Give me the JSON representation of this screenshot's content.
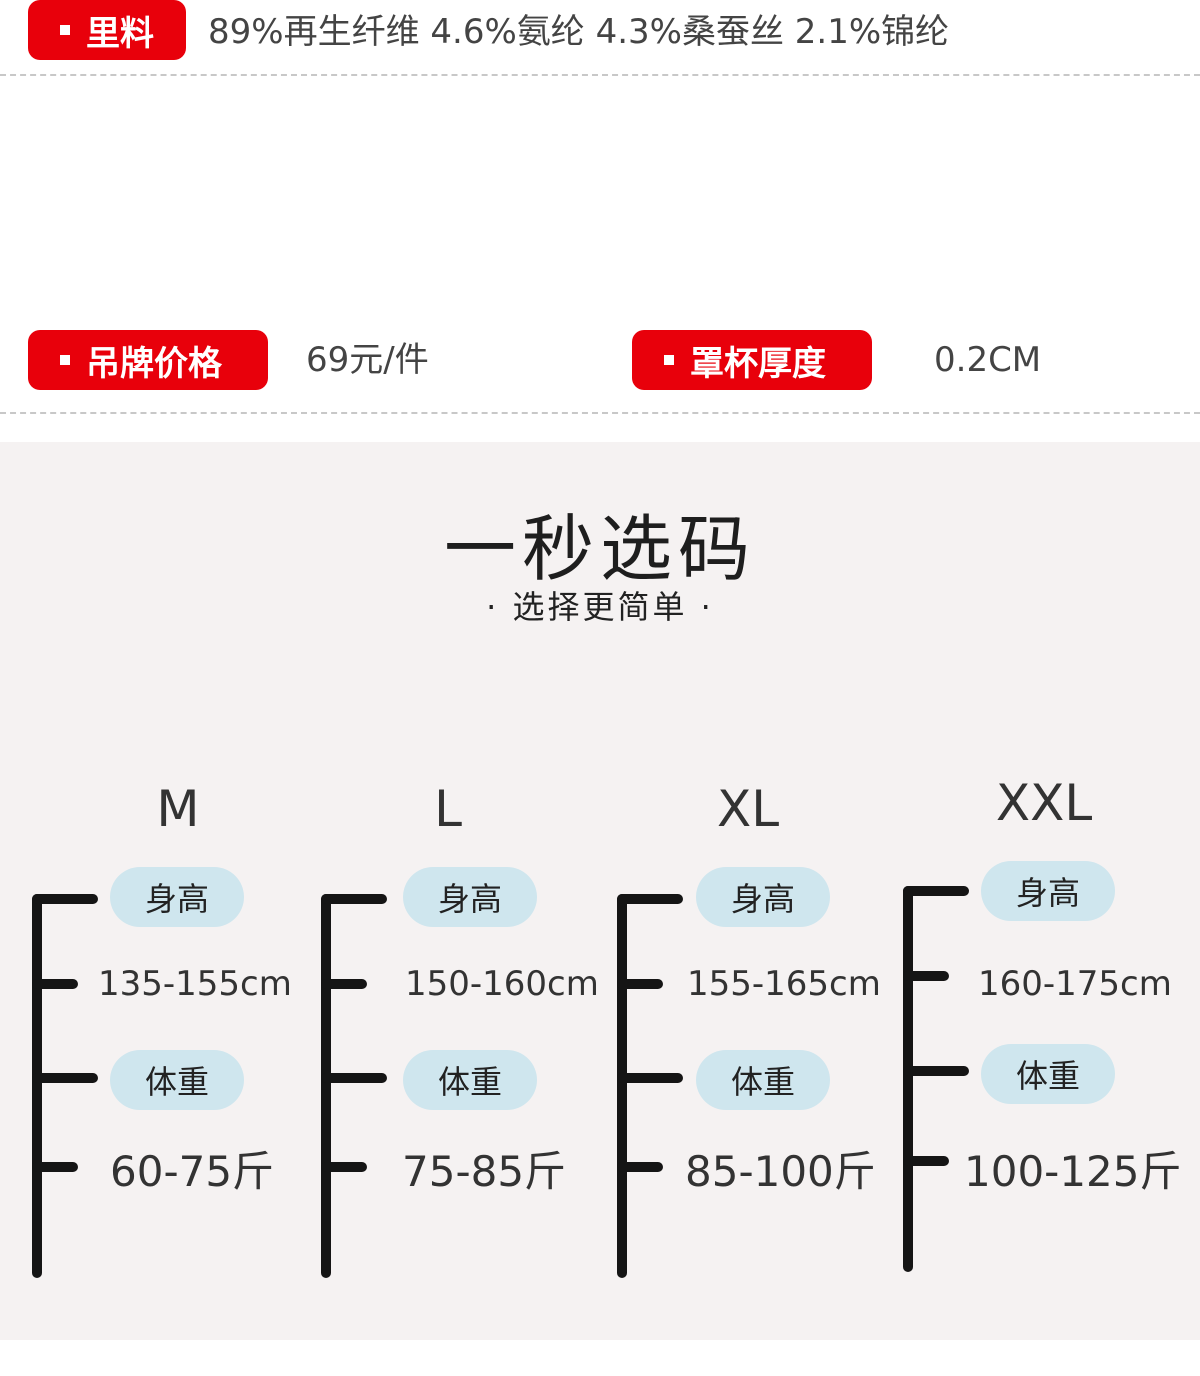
{
  "specs": {
    "lining": {
      "label": "里料",
      "value": "89%再生纤维  4.6%氨纶  4.3%桑蚕丝  2.1%锦纶"
    },
    "tag_price": {
      "label": "吊牌价格",
      "value": "69元/件"
    },
    "cup_thickness": {
      "label": "罩杯厚度",
      "value": "0.2CM"
    }
  },
  "size_guide": {
    "title": "一秒选码",
    "subtitle": "· 选择更简单 ·",
    "height_label": "身高",
    "weight_label": "体重",
    "sizes": [
      {
        "size": "M",
        "height": "135-155cm",
        "weight": "60-75斤"
      },
      {
        "size": "L",
        "height": "150-160cm",
        "weight": "75-85斤"
      },
      {
        "size": "XL",
        "height": "155-165cm",
        "weight": "85-100斤"
      },
      {
        "size": "XXL",
        "height": "160-175cm",
        "weight": "100-125斤"
      }
    ]
  },
  "colors": {
    "badge_red": "#e8000b",
    "pill_blue": "#cfe6ee",
    "panel_bg": "#f5f2f2"
  }
}
